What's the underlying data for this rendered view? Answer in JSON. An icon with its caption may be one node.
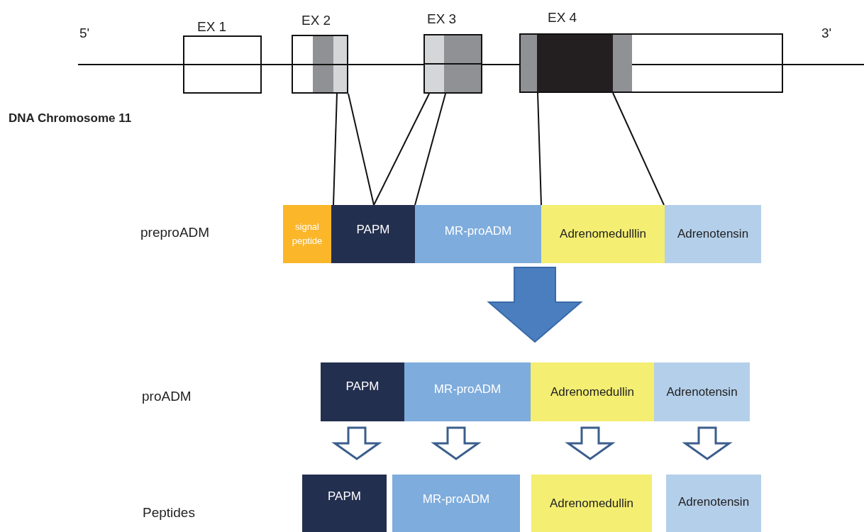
{
  "diagram": {
    "nodes": [
      {
        "text": [
          "EX 1"
        ]
      },
      {
        "text": [
          "EX 2"
        ]
      },
      {
        "text": [
          "EX 3"
        ]
      },
      {
        "text": [
          "EX 4"
        ]
      },
      {
        "text": [
          "signal peptide"
        ]
      },
      {
        "text": [
          "PAPM"
        ]
      },
      {
        "text": [
          "MR-proADM"
        ]
      },
      {
        "text": [
          "Adrenomedulllin"
        ]
      },
      {
        "text": [
          "Adrenotensin"
        ]
      },
      {
        "text": [
          "PAPM"
        ]
      },
      {
        "text": [
          "MR-proADM"
        ]
      },
      {
        "text": [
          "Adrenomedullin"
        ]
      },
      {
        "text": [
          "Adrenotensin"
        ]
      },
      {
        "text": [
          "PAPM"
        ]
      },
      {
        "text": [
          "MR-proADM"
        ]
      },
      {
        "text": [
          "Adrenomedullin"
        ]
      },
      {
        "text": [
          "Adrenotensin"
        ]
      }
    ],
    "edges": [
      {
        "from": 1,
        "to": 4,
        "arrow": "none"
      },
      {
        "from": 1,
        "to": 5,
        "arrow": "none"
      },
      {
        "from": 2,
        "to": 5,
        "arrow": "none"
      },
      {
        "from": 2,
        "to": 6,
        "arrow": "none"
      },
      {
        "from": 3,
        "to": 7,
        "arrow": "none"
      },
      {
        "from": 3,
        "to": 7,
        "arrow": "none"
      },
      {
        "from": 6,
        "to": 10,
        "arrow": "to",
        "style": "thick",
        "color": "#4a7ebf"
      },
      {
        "from": 9,
        "to": 13,
        "arrow": "to",
        "color": "#3b5e8c"
      },
      {
        "from": 10,
        "to": 14,
        "arrow": "to",
        "color": "#3b5e8c"
      },
      {
        "from": 11,
        "to": 15,
        "arrow": "to",
        "color": "#3b5e8c"
      },
      {
        "from": 12,
        "to": 16,
        "arrow": "to",
        "color": "#3b5e8c"
      }
    ],
    "labels": [
      "5'",
      "3'",
      "DNA Chromosome 11",
      "preproADM",
      "proADM",
      "Peptides"
    ]
  }
}
